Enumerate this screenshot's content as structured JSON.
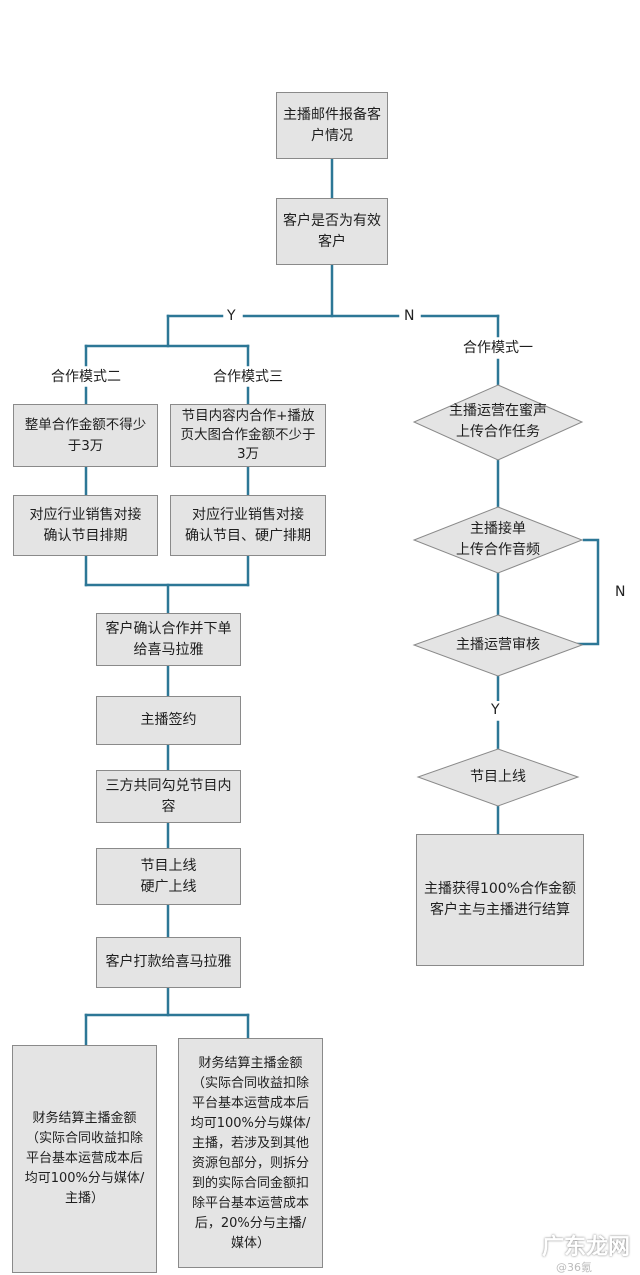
{
  "nodes": {
    "report": "主播邮件报备客\n户情况",
    "valid_check": "客户是否为有效\n客户",
    "mode2_title": "合作模式二",
    "mode3_title": "合作模式三",
    "mode1_title": "合作模式一",
    "mode2_req": "整单合作金额不得少\n于3万",
    "mode3_req": "节目内容内合作+播放\n页大图合作金额不少于\n3万",
    "mode2_sales": "对应行业销售对接\n确认节目排期",
    "mode3_sales": "对应行业销售对接\n确认节目、硬广排期",
    "confirm_order": "客户确认合作并下单\n给喜马拉雅",
    "sign": "主播签约",
    "tripartite": "三方共同勾兑节目内\n容",
    "program_online": "节目上线\n硬广上线",
    "pay": "客户打款给喜马拉雅",
    "finance_left": "财务结算主播金额\n（实际合同收益扣除\n平台基本运营成本后\n均可100%分与媒体/\n主播）",
    "finance_right": "财务结算主播金额\n（实际合同收益扣除\n平台基本运营成本后\n均可100%分与媒体/\n主播，若涉及到其他\n资源包部分，则拆分\n到的实际合同金额扣\n除平台基本运营成本\n后，20%分与主播/\n媒体）",
    "d_task": "主播运营在蜜声\n上传合作任务",
    "d_accept": "主播接单\n上传合作音频",
    "d_review": "主播运营审核",
    "d_online": "节目上线",
    "mode1_result": "主播获得100%合作金额\n客户主与主播进行结算"
  },
  "edge_labels": {
    "yes_main": "Y",
    "no_main": "N",
    "no_loop": "N",
    "yes_review": "Y"
  },
  "watermark": {
    "brand": "广东龙网",
    "source": "@36氪"
  },
  "colors": {
    "connector": "#2d7796",
    "box_fill": "#e4e4e4",
    "box_border": "#8a8a8a"
  }
}
